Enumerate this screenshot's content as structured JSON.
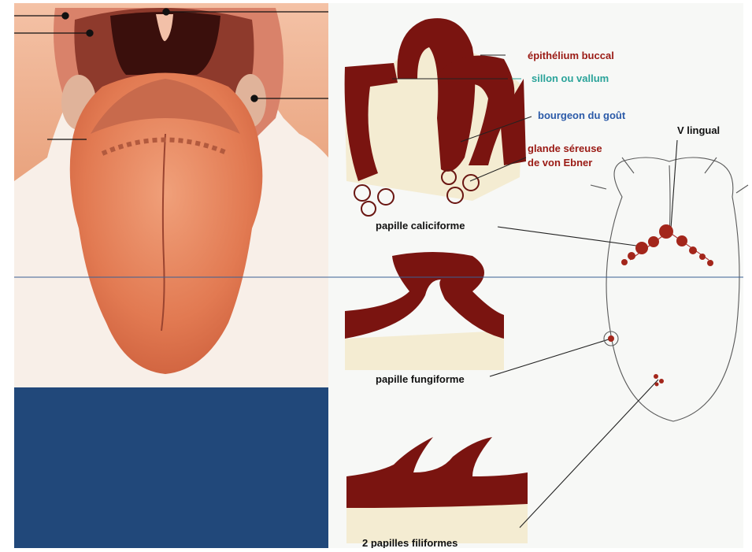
{
  "labels": {
    "epithelium": "épithélium buccal",
    "sillon": "sillon ou vallum",
    "bourgeon": "bourgeon du goût",
    "glande_1": "glande séreuse",
    "glande_2": "de von Ebner",
    "v_lingual": "V lingual",
    "caliciforme": "papille caliciforme",
    "fungiforme": "papille fungiforme",
    "filiformes": "2 papilles filiformes"
  },
  "colors": {
    "epithelium_red": "#7a1410",
    "epithelium_label": "#9a1a14",
    "sillon_label": "#2aa39a",
    "bourgeon_label": "#2b5aa8",
    "tongue_pink": "#e8825e",
    "panel_blue": "#21487a"
  }
}
